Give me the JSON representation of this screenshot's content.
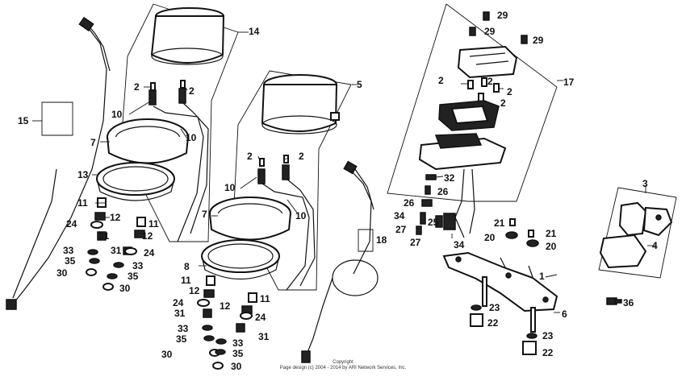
{
  "copyright": {
    "line1": "Copyright",
    "line2": "Page design (c) 2004 - 2014 by ARI Network Services, Inc."
  },
  "labels": [
    {
      "id": "14a",
      "text": "14"
    },
    {
      "id": "15a",
      "text": "15"
    },
    {
      "id": "2a",
      "text": "2"
    },
    {
      "id": "2b",
      "text": "2"
    },
    {
      "id": "10a",
      "text": "10"
    },
    {
      "id": "10b",
      "text": "10"
    },
    {
      "id": "7a",
      "text": "7"
    },
    {
      "id": "13a",
      "text": "13"
    },
    {
      "id": "11a",
      "text": "11"
    },
    {
      "id": "12a",
      "text": "12"
    },
    {
      "id": "24a",
      "text": "24"
    },
    {
      "id": "31a",
      "text": "31"
    },
    {
      "id": "33a",
      "text": "33"
    },
    {
      "id": "35a",
      "text": "35"
    },
    {
      "id": "30a",
      "text": "30"
    },
    {
      "id": "11b",
      "text": "11"
    },
    {
      "id": "12b",
      "text": "12"
    },
    {
      "id": "31b",
      "text": "31"
    },
    {
      "id": "24b",
      "text": "24"
    },
    {
      "id": "33b",
      "text": "33"
    },
    {
      "id": "35b",
      "text": "35"
    },
    {
      "id": "30b",
      "text": "30"
    },
    {
      "id": "5a",
      "text": "5"
    },
    {
      "id": "2c",
      "text": "2"
    },
    {
      "id": "2d",
      "text": "2"
    },
    {
      "id": "10c",
      "text": "10"
    },
    {
      "id": "10d",
      "text": "10"
    },
    {
      "id": "7b",
      "text": "7"
    },
    {
      "id": "8a",
      "text": "8"
    },
    {
      "id": "11c",
      "text": "11"
    },
    {
      "id": "12c",
      "text": "12"
    },
    {
      "id": "24c",
      "text": "24"
    },
    {
      "id": "31c",
      "text": "31"
    },
    {
      "id": "33c",
      "text": "33"
    },
    {
      "id": "35c",
      "text": "35"
    },
    {
      "id": "30c",
      "text": "30"
    },
    {
      "id": "12d",
      "text": "12"
    },
    {
      "id": "11d",
      "text": "11"
    },
    {
      "id": "24d",
      "text": "24"
    },
    {
      "id": "31d",
      "text": "31"
    },
    {
      "id": "33d",
      "text": "33"
    },
    {
      "id": "35d",
      "text": "35"
    },
    {
      "id": "30d",
      "text": "30"
    },
    {
      "id": "18a",
      "text": "18"
    },
    {
      "id": "29a",
      "text": "29"
    },
    {
      "id": "29b",
      "text": "29"
    },
    {
      "id": "29c",
      "text": "29"
    },
    {
      "id": "17a",
      "text": "17"
    },
    {
      "id": "2e",
      "text": "2"
    },
    {
      "id": "2f",
      "text": "2"
    },
    {
      "id": "2g",
      "text": "2"
    },
    {
      "id": "2h",
      "text": "2"
    },
    {
      "id": "32a",
      "text": "32"
    },
    {
      "id": "26a",
      "text": "26"
    },
    {
      "id": "26b",
      "text": "26"
    },
    {
      "id": "34a",
      "text": "34"
    },
    {
      "id": "25a",
      "text": "25"
    },
    {
      "id": "27a",
      "text": "27"
    },
    {
      "id": "27b",
      "text": "27"
    },
    {
      "id": "34b",
      "text": "34"
    },
    {
      "id": "21a",
      "text": "21"
    },
    {
      "id": "20a",
      "text": "20"
    },
    {
      "id": "21b",
      "text": "21"
    },
    {
      "id": "20b",
      "text": "20"
    },
    {
      "id": "1a",
      "text": "1"
    },
    {
      "id": "23a",
      "text": "23"
    },
    {
      "id": "22a",
      "text": "22"
    },
    {
      "id": "6a",
      "text": "6"
    },
    {
      "id": "23b",
      "text": "23"
    },
    {
      "id": "22b",
      "text": "22"
    },
    {
      "id": "3a",
      "text": "3"
    },
    {
      "id": "4a",
      "text": "4"
    },
    {
      "id": "36a",
      "text": "36"
    }
  ]
}
